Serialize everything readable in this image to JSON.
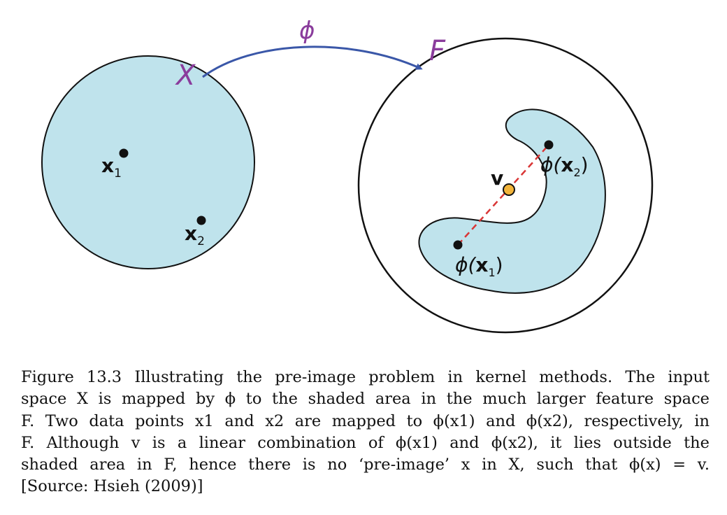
{
  "figure": {
    "input_space_label": "X",
    "feature_space_label": "F",
    "map_label": "ϕ",
    "point_x1": {
      "base": "x",
      "sub": "1"
    },
    "point_x2": {
      "base": "x",
      "sub": "2"
    },
    "point_v": "v",
    "phi_x1": {
      "prefix": "ϕ(",
      "base": "x",
      "sub": "1",
      "suffix": ")"
    },
    "phi_x2": {
      "prefix": "ϕ(",
      "base": "x",
      "sub": "2",
      "suffix": ")"
    },
    "colors": {
      "shaded_region": "#bfe3ec",
      "arrow": "#3a57a8",
      "space_label": "#8a3c9c",
      "dashed_line": "#d93636",
      "v_point": "#f2b43a"
    }
  },
  "caption": {
    "lines": [
      "Figure 13.3 Illustrating the pre-image problem in kernel methods. The input",
      "space X is mapped by ϕ to the shaded area in the much larger feature space",
      "F. Two data points x1 and x2 are mapped to ϕ(x1) and ϕ(x2), respectively, in",
      "F. Although v is a linear combination of ϕ(x1) and ϕ(x2), it lies outside the",
      "shaded area in F, hence there is no ‘pre-image’ x in X, such that ϕ(x) = v.",
      "[Source: Hsieh (2009)]"
    ]
  }
}
